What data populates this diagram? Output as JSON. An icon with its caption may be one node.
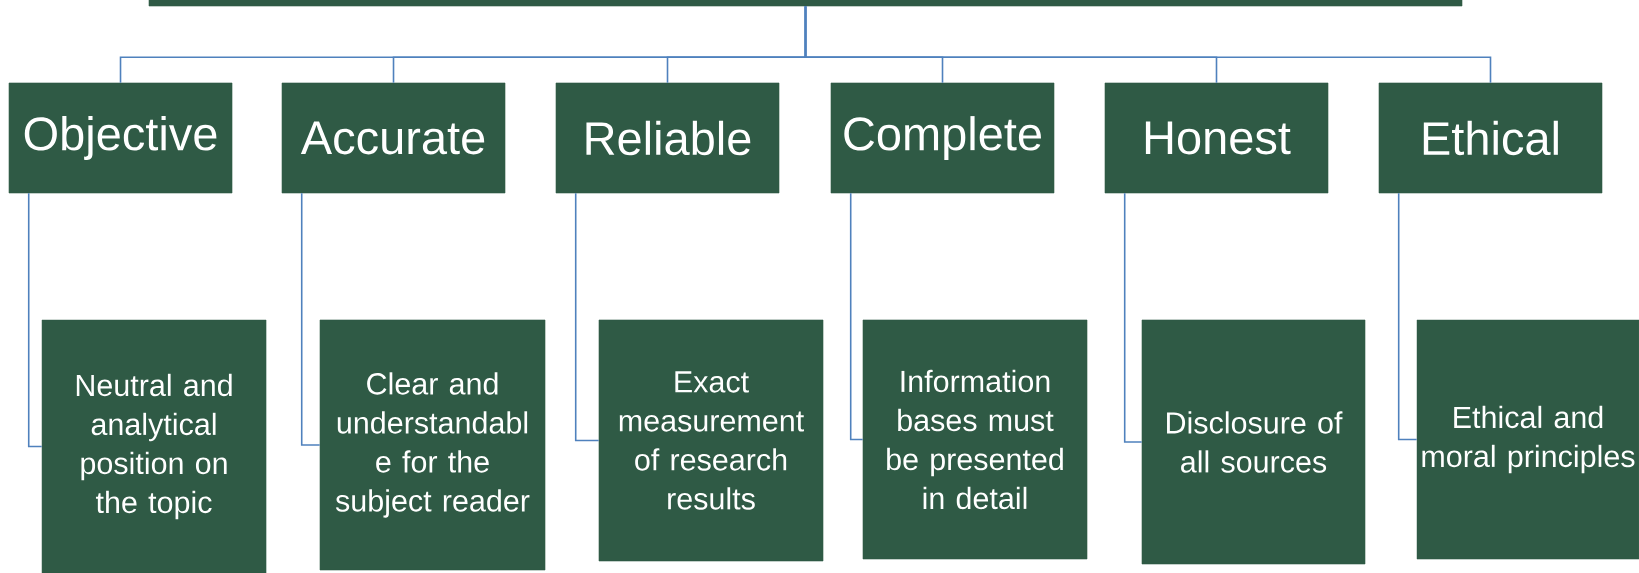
{
  "diagram": {
    "nodes": [
      {
        "text": [],
        "shape": "bar"
      },
      {
        "text": [
          "Objective"
        ]
      },
      {
        "text": [
          "Accurate"
        ]
      },
      {
        "text": [
          "Reliable"
        ]
      },
      {
        "text": [
          "Complete"
        ]
      },
      {
        "text": [
          "Honest"
        ]
      },
      {
        "text": [
          "Ethical"
        ]
      },
      {
        "text": [
          "Neutral and analytical position on the topic"
        ]
      },
      {
        "text": [
          "Clear and understandabl e for the subject reader"
        ]
      },
      {
        "text": [
          "Exact measurement of research results"
        ]
      },
      {
        "text": [
          "Information bases must be presented in detail"
        ]
      },
      {
        "text": [
          "Disclosure of all sources"
        ]
      },
      {
        "text": [
          "Ethical and moral principles"
        ]
      }
    ],
    "edges": [
      {
        "from": 0,
        "to": 1,
        "arrow": "none"
      },
      {
        "from": 0,
        "to": 2,
        "arrow": "none"
      },
      {
        "from": 0,
        "to": 3,
        "arrow": "none"
      },
      {
        "from": 0,
        "to": 4,
        "arrow": "none"
      },
      {
        "from": 0,
        "to": 5,
        "arrow": "none"
      },
      {
        "from": 0,
        "to": 6,
        "arrow": "none"
      },
      {
        "from": 1,
        "to": 7,
        "arrow": "none"
      },
      {
        "from": 2,
        "to": 8,
        "arrow": "none"
      },
      {
        "from": 3,
        "to": 9,
        "arrow": "none"
      },
      {
        "from": 4,
        "to": 10,
        "arrow": "none"
      },
      {
        "from": 5,
        "to": 11,
        "arrow": "none"
      },
      {
        "from": 6,
        "to": 12,
        "arrow": "none"
      }
    ]
  }
}
